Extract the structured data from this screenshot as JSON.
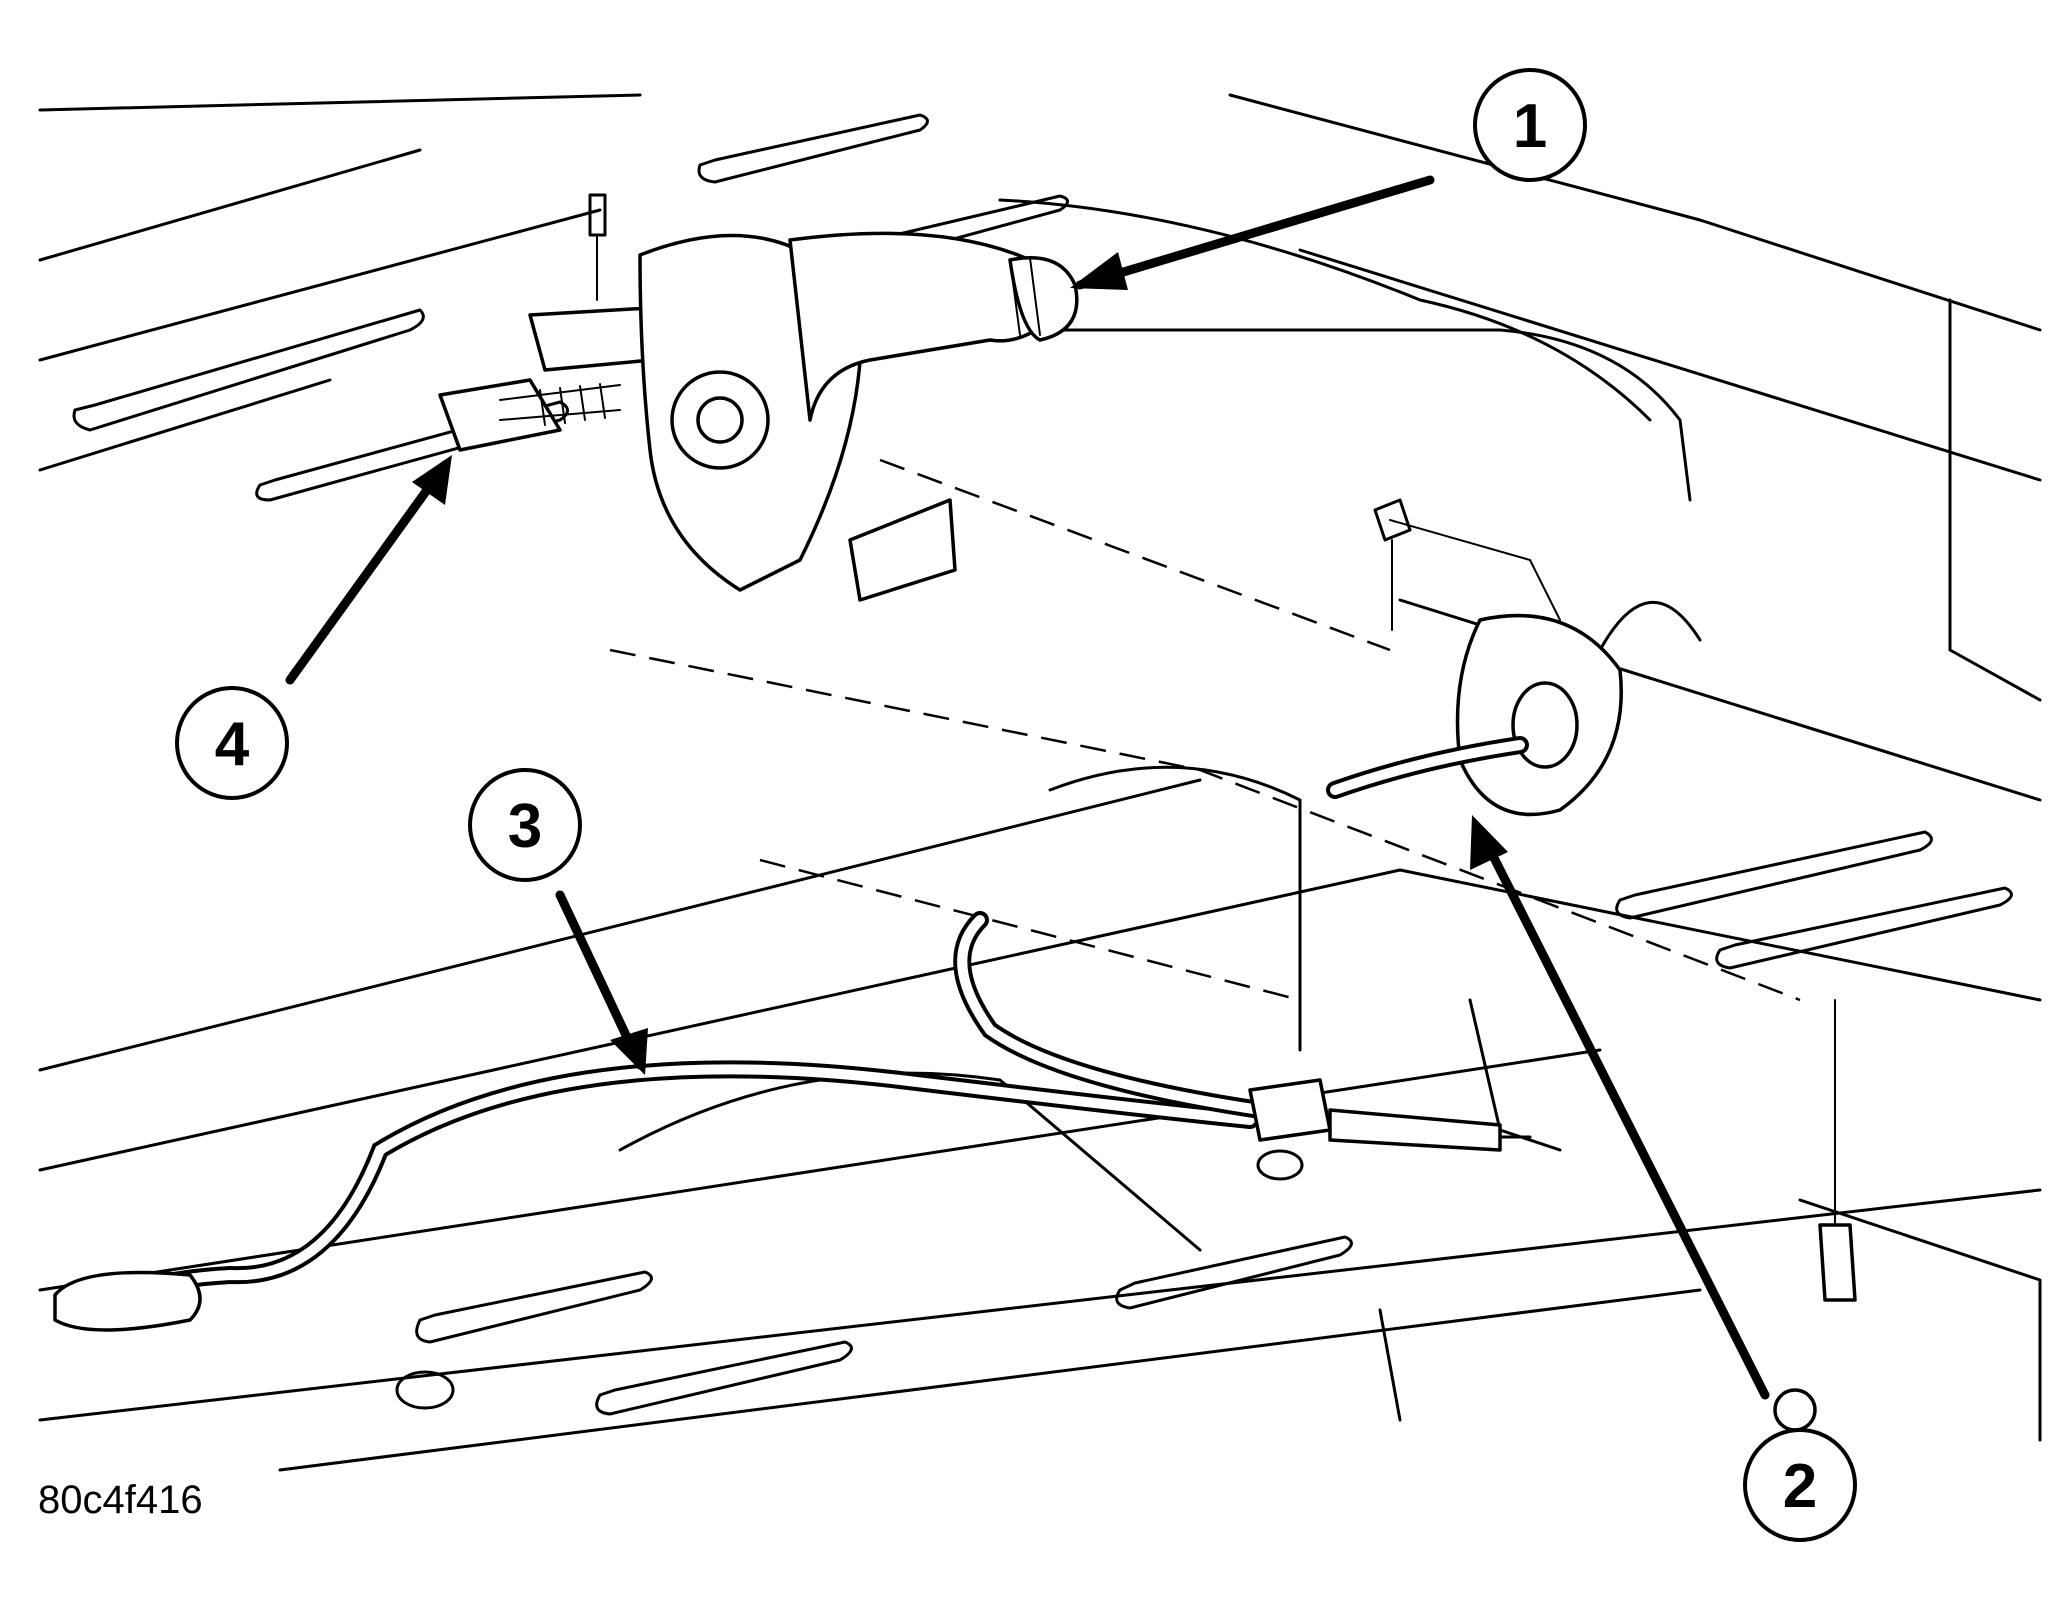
{
  "callouts": [
    {
      "id": "1",
      "label": "1"
    },
    {
      "id": "2",
      "label": "2"
    },
    {
      "id": "3",
      "label": "3"
    },
    {
      "id": "4",
      "label": "4"
    }
  ],
  "figure_code": "80c4f416"
}
